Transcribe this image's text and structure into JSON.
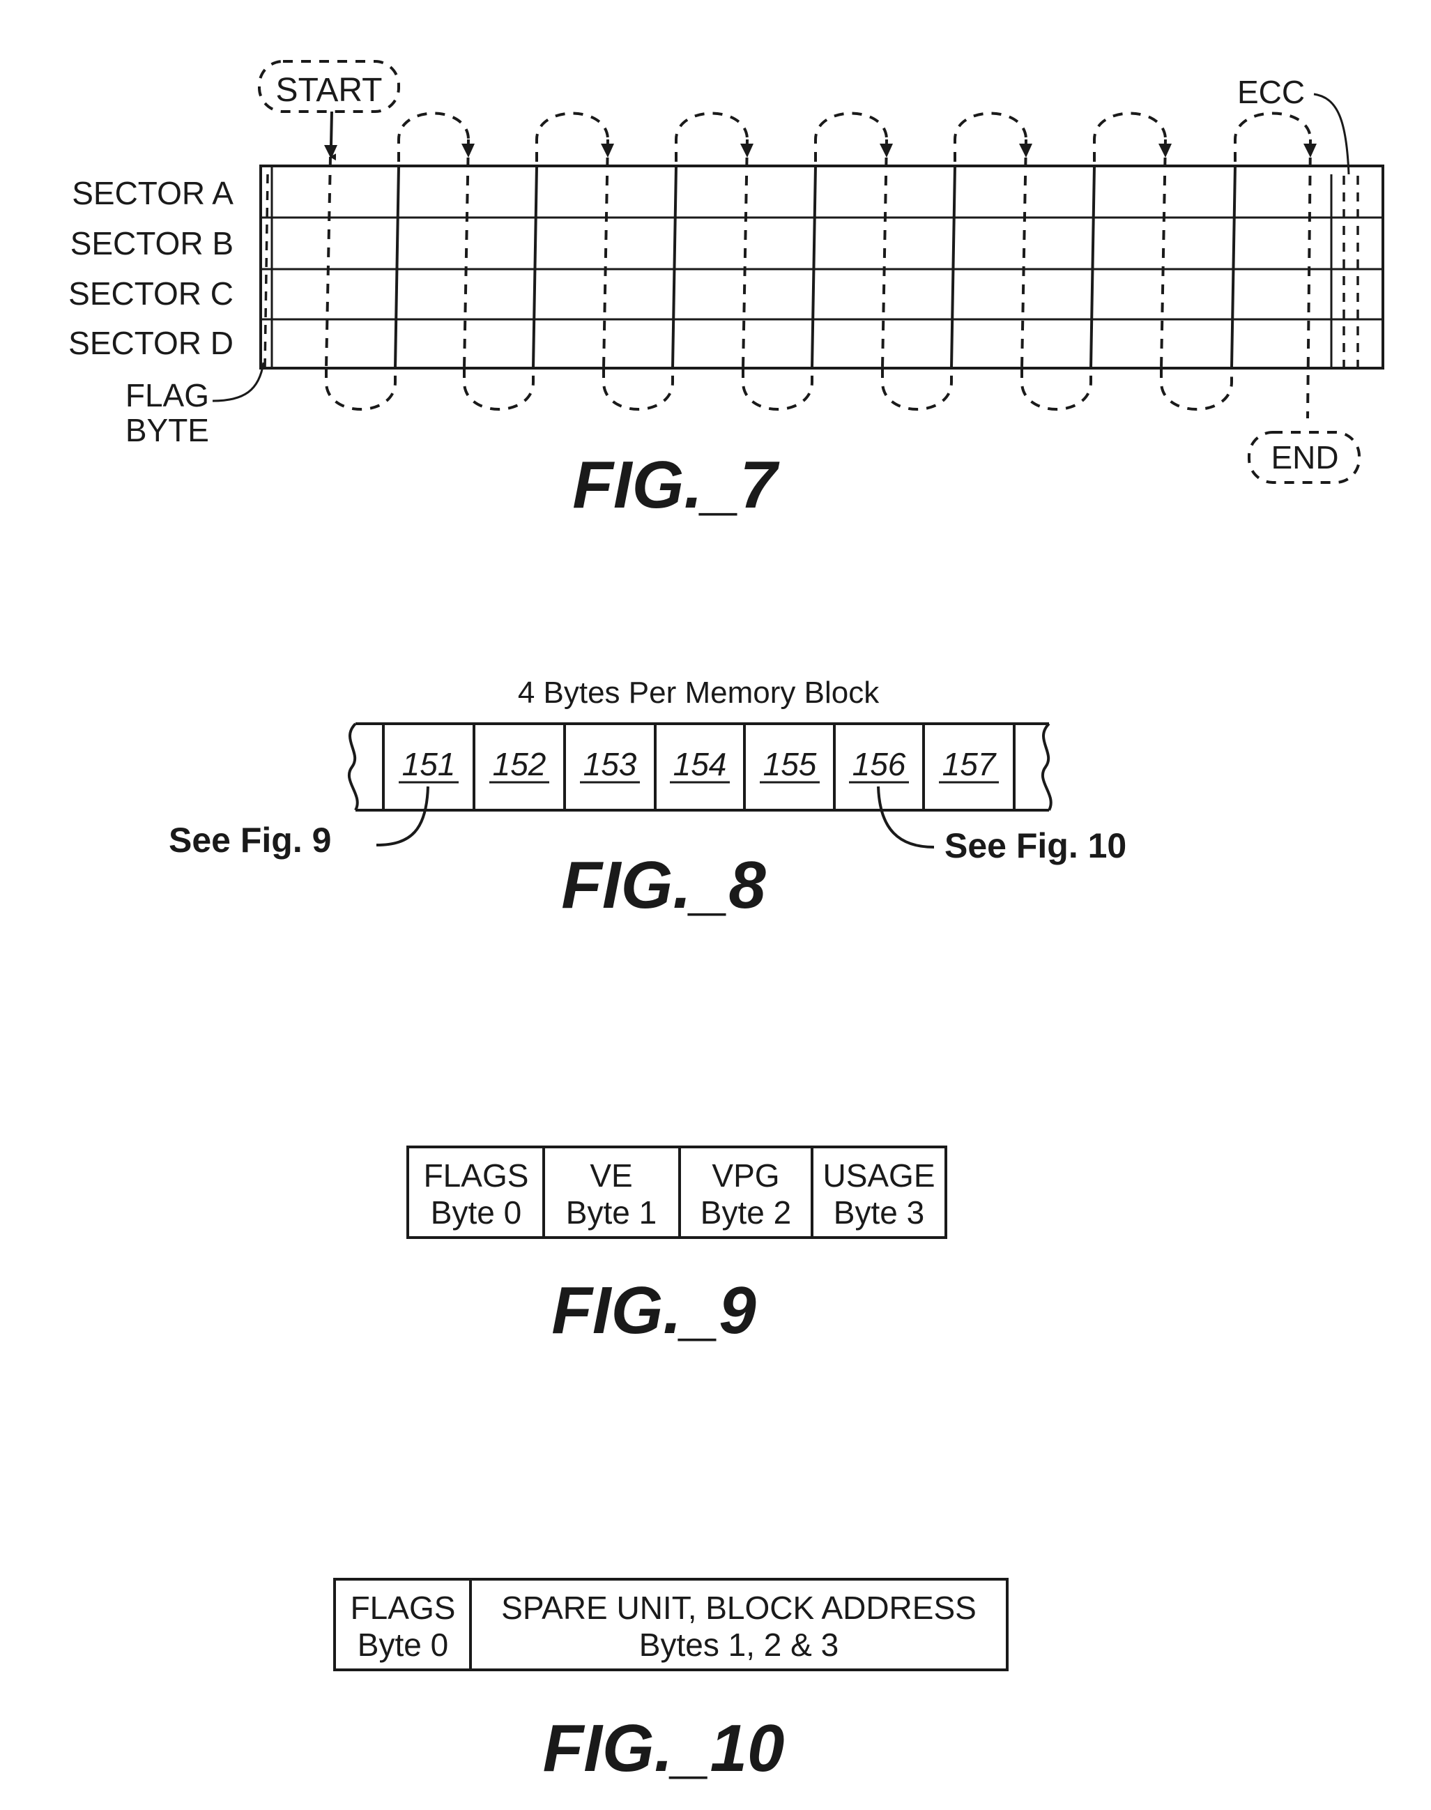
{
  "fig7": {
    "title": "FIG._7",
    "start_label": "START",
    "end_label": "END",
    "ecc_label": "ECC",
    "sector_labels": [
      "SECTOR A",
      "SECTOR B",
      "SECTOR C",
      "SECTOR D"
    ],
    "flag_label_line1": "FLAG",
    "flag_label_line2": "BYTE"
  },
  "fig8": {
    "title": "FIG._8",
    "caption": "4 Bytes Per Memory Block",
    "cells": [
      "151",
      "152",
      "153",
      "154",
      "155",
      "156",
      "157"
    ],
    "see_left": "See Fig. 9",
    "see_right": "See Fig. 10"
  },
  "fig9": {
    "title": "FIG._9",
    "cells": [
      {
        "top": "FLAGS",
        "bottom": "Byte 0"
      },
      {
        "top": "VE",
        "bottom": "Byte 1"
      },
      {
        "top": "VPG",
        "bottom": "Byte 2"
      },
      {
        "top": "USAGE",
        "bottom": "Byte 3"
      }
    ]
  },
  "fig10": {
    "title": "FIG._10",
    "cells": [
      {
        "top": "FLAGS",
        "bottom": "Byte 0"
      },
      {
        "top": "SPARE UNIT, BLOCK ADDRESS",
        "bottom": "Bytes 1, 2 & 3"
      }
    ]
  }
}
